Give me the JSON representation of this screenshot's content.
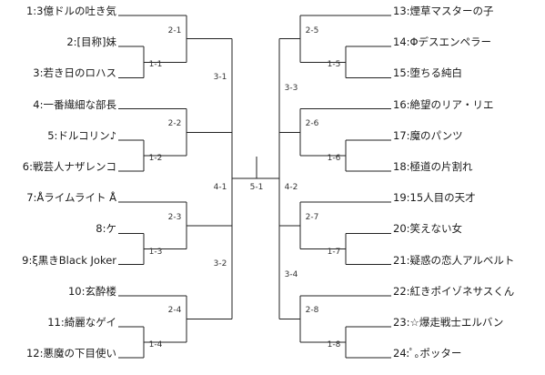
{
  "tournament": {
    "left_entrants": [
      {
        "seed": "1",
        "name": "1:3億ドルの吐き気"
      },
      {
        "seed": "2",
        "name": "2:[目称]妹"
      },
      {
        "seed": "3",
        "name": "3:若き日のロハス"
      },
      {
        "seed": "4",
        "name": "4:一番繊細な部長"
      },
      {
        "seed": "5",
        "name": "5:ドルコリン♪"
      },
      {
        "seed": "6",
        "name": "6:戦芸人ナザレンコ"
      },
      {
        "seed": "7",
        "name": "7:Åライムライト Å"
      },
      {
        "seed": "8",
        "name": "8:ケ"
      },
      {
        "seed": "9",
        "name": "9:ξ黒きBlack Joker"
      },
      {
        "seed": "10",
        "name": "10:玄酔楼"
      },
      {
        "seed": "11",
        "name": "11:綺麗なゲイ"
      },
      {
        "seed": "12",
        "name": "12:悪魔の下目使い"
      }
    ],
    "right_entrants": [
      {
        "seed": "13",
        "name": "13:煙草マスターの子"
      },
      {
        "seed": "14",
        "name": "14:Φデスエンペラー"
      },
      {
        "seed": "15",
        "name": "15:堕ちる純白"
      },
      {
        "seed": "16",
        "name": "16:絶望のリア・リエ"
      },
      {
        "seed": "17",
        "name": "17:魔のパンツ"
      },
      {
        "seed": "18",
        "name": "18:極道の片割れ"
      },
      {
        "seed": "19",
        "name": "19:15人目の天才"
      },
      {
        "seed": "20",
        "name": "20:笑えない女"
      },
      {
        "seed": "21",
        "name": "21:疑惑の恋人アルベルト"
      },
      {
        "seed": "22",
        "name": "22:紅きポイゾネサスくん"
      },
      {
        "seed": "23",
        "name": "23:☆爆走戦士エルバン"
      },
      {
        "seed": "24",
        "name": "24:ﾟ｡ポッター"
      }
    ],
    "left_matches": {
      "r1": [
        "1-1",
        "1-2",
        "1-3",
        "1-4"
      ],
      "r2": [
        "2-1",
        "2-2",
        "2-3",
        "2-4"
      ],
      "r3": [
        "3-1",
        "3-2"
      ],
      "r4": "4-1"
    },
    "right_matches": {
      "r1": [
        "1-5",
        "1-6",
        "1-7",
        "1-8"
      ],
      "r2": [
        "2-5",
        "2-6",
        "2-7",
        "2-8"
      ],
      "r3": [
        "3-3",
        "3-4"
      ],
      "r4": "4-2"
    },
    "final_match": "5-1"
  },
  "colors": {
    "line": "#222222",
    "text": "#1a1a1a"
  }
}
